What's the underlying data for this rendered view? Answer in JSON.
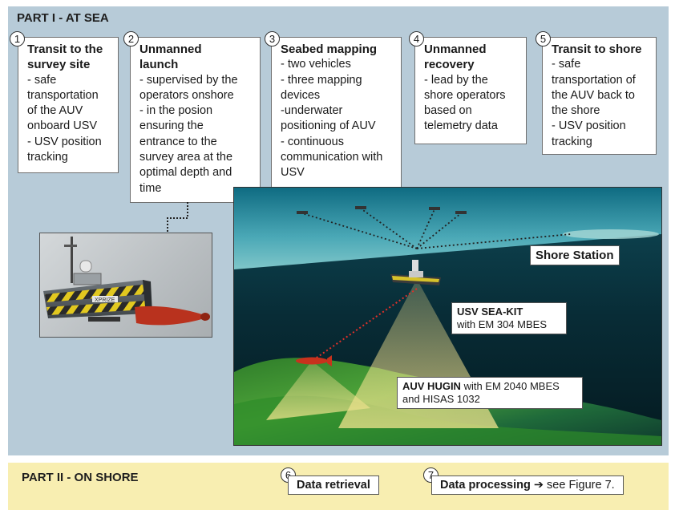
{
  "part1": {
    "title": "PART I - AT SEA"
  },
  "part2": {
    "title": "PART II - ON SHORE"
  },
  "steps": [
    {
      "num": "1",
      "title": [
        "Transit to the",
        "survey site"
      ],
      "lines": [
        "- safe",
        "transportation",
        "of the AUV",
        "onboard USV",
        "- USV position",
        "tracking"
      ]
    },
    {
      "num": "2",
      "title": [
        "Unmanned",
        "launch"
      ],
      "lines": [
        "- supervised by the",
        "operators onshore",
        "- in the posion",
        "ensuring the",
        "entrance to the",
        "survey area at the",
        "optimal depth and",
        "time"
      ]
    },
    {
      "num": "3",
      "title": [
        "Seabed mapping"
      ],
      "lines": [
        "- two vehicles",
        "- three mapping",
        "devices",
        "-underwater",
        "positioning of AUV",
        "- continuous",
        "communication with",
        "USV"
      ]
    },
    {
      "num": "4",
      "title": [
        "Unmanned",
        "recovery"
      ],
      "lines": [
        "- lead by the",
        "shore operators",
        "based on",
        "telemetry data"
      ]
    },
    {
      "num": "5",
      "title": [
        "Transit to shore"
      ],
      "lines": [
        "- safe",
        "transportation of",
        "the AUV back to",
        "the shore",
        "- USV position",
        "tracking"
      ]
    }
  ],
  "labels": {
    "shore_station": "Shore Station",
    "usv_name": "USV SEA-KIT",
    "usv_desc": "with EM 304 MBES",
    "auv_name": "AUV HUGIN",
    "auv_desc1": " with EM 2040 MBES",
    "auv_desc2": "and HISAS 1032",
    "xprize": "XPRIZE"
  },
  "shore_steps": [
    {
      "num": "6",
      "title": "Data retrieval"
    },
    {
      "num": "7",
      "title": "Data processing",
      "arrow": "➔",
      "suffix": " see Figure 7."
    }
  ],
  "colors": {
    "part1_bg": "#b7cbd8",
    "part2_bg": "#f8eeb1",
    "comm_link": "#e0302a"
  }
}
